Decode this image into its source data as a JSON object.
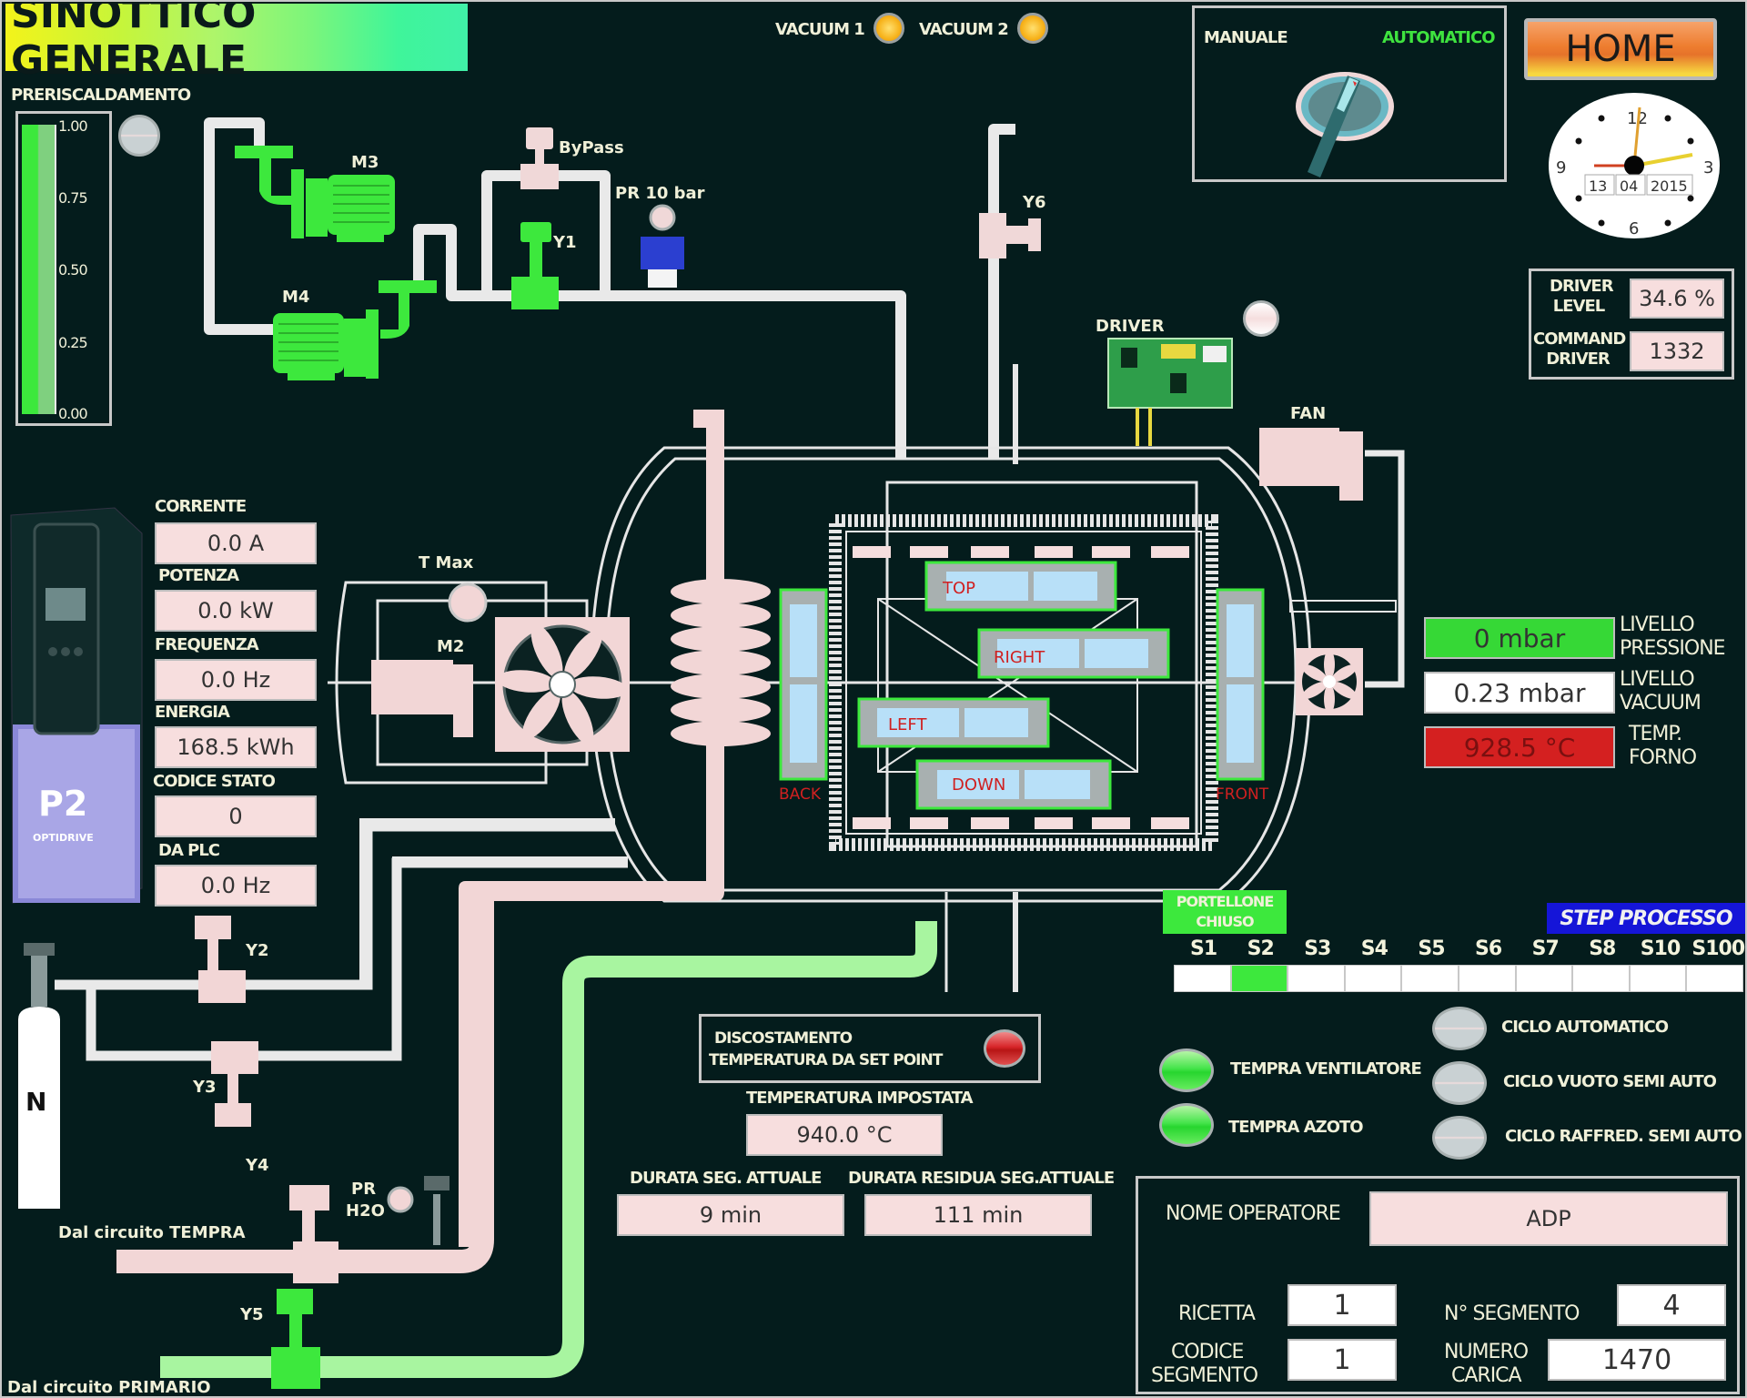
{
  "header": {
    "title": "SINOTTICO GENERALE",
    "home_label": "HOME",
    "vacuum_lamps": [
      {
        "label": "VACUUM 1",
        "state": "on"
      },
      {
        "label": "VACUUM 2",
        "state": "on"
      }
    ]
  },
  "mode_selector": {
    "left_label": "MANUALE",
    "right_label": "AUTOMATICO",
    "selected": "AUTOMATICO"
  },
  "clock": {
    "day": "13",
    "month": "04",
    "year": "2015",
    "numerals": [
      "12",
      "3",
      "6",
      "9"
    ]
  },
  "preheating": {
    "label": "PRERISCALDAMENTO",
    "level": 1.0,
    "ticks": [
      "1.00",
      "0.75",
      "0.50",
      "0.25",
      "0.00"
    ]
  },
  "inverter": {
    "brand": "OPTIDRIVE",
    "model": "P2",
    "fields": [
      {
        "label": "CORRENTE",
        "value": "0.0 A"
      },
      {
        "label": "POTENZA",
        "value": "0.0 kW"
      },
      {
        "label": "FREQUENZA",
        "value": "0.0 Hz"
      },
      {
        "label": "ENERGIA",
        "value": "168.5 kWh"
      },
      {
        "label": "CODICE STATO",
        "value": "0"
      },
      {
        "label": "DA PLC",
        "value": "0.0 Hz"
      }
    ]
  },
  "driver_panel": {
    "driver_level_label": "DRIVER LEVEL",
    "driver_level": "34.6 %",
    "command_driver_label": "COMMAND DRIVER",
    "command_driver": "1332"
  },
  "process_readings": [
    {
      "value": "0 mbar",
      "label_line1": "LIVELLO",
      "label_line2": "PRESSIONE",
      "color": "#2fd42f"
    },
    {
      "value": "0.23 mbar",
      "label_line1": "LIVELLO",
      "label_line2": "VACUUM",
      "color": "#ffffff"
    },
    {
      "value": "928.5 °C",
      "label_line1": "TEMP.",
      "label_line2": "FORNO",
      "color": "#d42020"
    }
  ],
  "diagram": {
    "labels": {
      "m3": "M3",
      "m4": "M4",
      "bypass": "ByPass",
      "y1": "Y1",
      "pr10": "PR 10 bar",
      "y6": "Y6",
      "driver": "DRIVER",
      "fan": "FAN",
      "tmax": "T Max",
      "m2": "M2",
      "y2": "Y2",
      "y3": "Y3",
      "y4": "Y4",
      "y5": "Y5",
      "pr_h2o_1": "PR",
      "pr_h2o_2": "H2O",
      "nitrogen": "N",
      "from_tempra": "Dal circuito TEMPRA",
      "from_primario": "Dal circuito PRIMARIO",
      "heater_top": "TOP",
      "heater_right": "RIGHT",
      "heater_left": "LEFT",
      "heater_down": "DOWN",
      "heater_back": "BACK",
      "heater_front": "FRONT"
    },
    "door_status_line1": "PORTELLONE",
    "door_status_line2": "CHIUSO"
  },
  "deviation": {
    "line1": "DISCOSTAMENTO",
    "line2": "TEMPERATURA DA SET POINT",
    "state": "alarm"
  },
  "setpoint": {
    "label": "TEMPERATURA IMPOSTATA",
    "value": "940.0 °C"
  },
  "durations": {
    "current_label": "DURATA SEG. ATTUALE",
    "current_value": "9 min",
    "residual_label": "DURATA RESIDUA SEG.ATTUALE",
    "residual_value": "111 min"
  },
  "steps": {
    "title": "STEP PROCESSO",
    "items": [
      "S1",
      "S2",
      "S3",
      "S4",
      "S5",
      "S6",
      "S7",
      "S8",
      "S10",
      "S100"
    ],
    "active": "S2"
  },
  "cycle_indicators": [
    {
      "label": "TEMPRA VENTILATORE",
      "state": "on"
    },
    {
      "label": "TEMPRA AZOTO",
      "state": "on"
    },
    {
      "label": "CICLO AUTOMATICO",
      "state": "off"
    },
    {
      "label": "CICLO VUOTO SEMI AUTO",
      "state": "off"
    },
    {
      "label": "CICLO RAFFRED. SEMI AUTO",
      "state": "off"
    }
  ],
  "operator_panel": {
    "operator_label": "NOME OPERATORE",
    "operator_value": "ADP",
    "recipe_label": "RICETTA",
    "recipe_value": "1",
    "segment_no_label": "N° SEGMENTO",
    "segment_no_value": "4",
    "segment_code_label_1": "CODICE",
    "segment_code_label_2": "SEGMENTO",
    "segment_code_value": "1",
    "batch_label_1": "NUMERO",
    "batch_label_2": "CARICA",
    "batch_value": "1470"
  }
}
